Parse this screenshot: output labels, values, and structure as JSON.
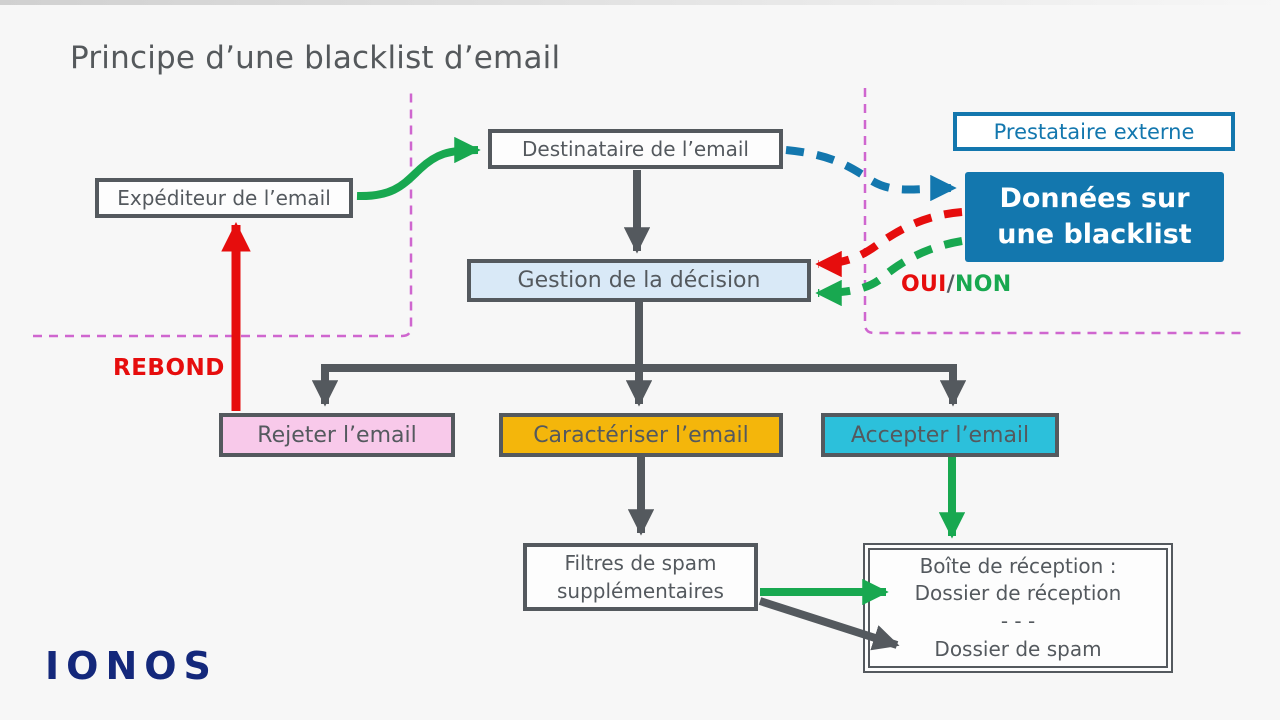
{
  "title": "Principe d’une blacklist d’email",
  "brand": {
    "logo_text": "IONOS"
  },
  "nodes": {
    "expediteur": {
      "label": "Expéditeur de l’email"
    },
    "destinataire": {
      "label": "Destinataire de l’email"
    },
    "prestataire": {
      "label": "Prestataire externe"
    },
    "donnees": {
      "line1": "Données sur",
      "line2": "une blacklist"
    },
    "gestion": {
      "label": "Gestion de la décision"
    },
    "rejeter": {
      "label": "Rejeter l’email"
    },
    "caracteriser": {
      "label": "Caractériser l’email"
    },
    "accepter": {
      "label": "Accepter l’email"
    },
    "filtres": {
      "line1": "Filtres de spam",
      "line2": "supplémentaires"
    },
    "boite": {
      "line1": "Boîte de réception :",
      "line2": "Dossier de réception",
      "line3": "- - -",
      "line4": "Dossier de spam"
    }
  },
  "annotations": {
    "rebond": "REBOND",
    "oui": "OUI",
    "separator": "/",
    "non": "NON"
  },
  "colors": {
    "background": "#f7f7f7",
    "dark_gray": "#54595e",
    "green": "#18a850",
    "red": "#e60d0d",
    "blue": "#1377ae",
    "magenta_dashed": "#cf66cf",
    "pink_bg": "#f8c9ea",
    "yellow_bg": "#f4b60b",
    "cyan_bg": "#2cc0db",
    "lightblue_bg": "#d9e9f7",
    "navy_logo": "#14287b"
  }
}
